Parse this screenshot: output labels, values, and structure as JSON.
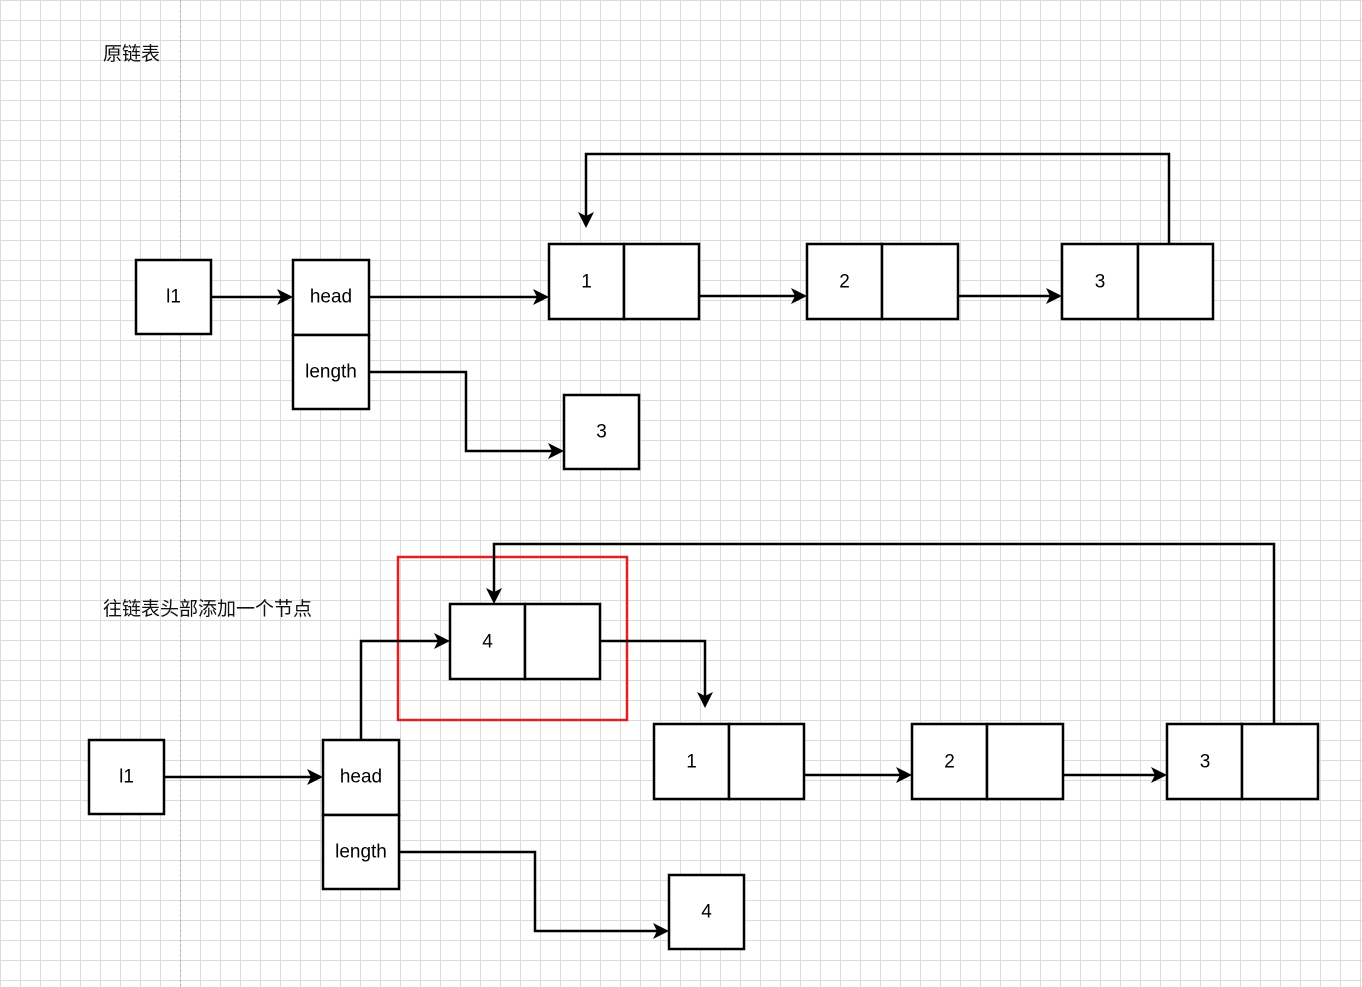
{
  "captions": {
    "original": "原链表",
    "after": "往链表头部添加一个节点"
  },
  "colors": {
    "grid": "#dcdcdc",
    "stroke": "#000000",
    "highlight": "#e02020"
  },
  "original_list": {
    "var_label": "l1",
    "head_label": "head",
    "length_label": "length",
    "length_value": "3",
    "nodes": [
      "1",
      "2",
      "3"
    ]
  },
  "modified_list": {
    "var_label": "l1",
    "head_label": "head",
    "length_label": "length",
    "length_value": "4",
    "new_node": "4",
    "nodes": [
      "1",
      "2",
      "3"
    ]
  }
}
